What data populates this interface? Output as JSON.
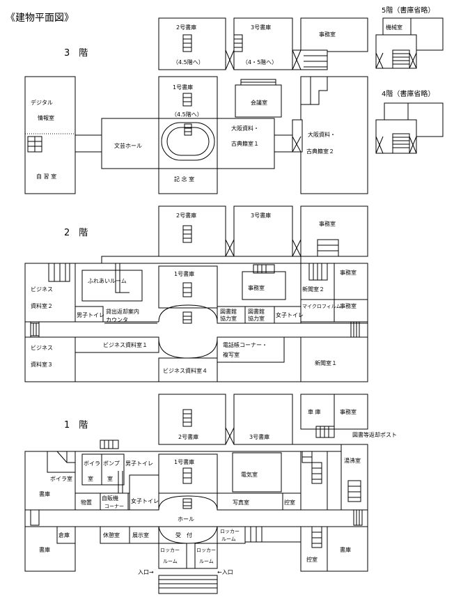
{
  "title": "《建物平面図》",
  "floors": {
    "f5": {
      "label": "5階（書庫省略）",
      "rooms": {
        "machine": "機械室"
      }
    },
    "f4": {
      "label": "4階（書庫省略）"
    },
    "f3": {
      "label": "3　階",
      "rooms": {
        "stack2": "2号書庫",
        "stack2_note": "（4.5階へ）",
        "stack3": "3号書庫",
        "stack3_note": "（4・5階へ）",
        "office": "事務室",
        "stack1": "1号書庫",
        "stack1_note": "（4.5階へ）",
        "meeting": "会議室",
        "digital1": "デジタル",
        "digital2": "情報室",
        "study": "自 習 室",
        "literary": "文芸ホール",
        "memorial": "記 念 室",
        "osaka1_a": "大阪資料・",
        "osaka1_b": "古典籍室１",
        "osaka2_a": "大阪資料・",
        "osaka2_b": "古典籍室２"
      }
    },
    "f2": {
      "label": "2　階",
      "rooms": {
        "stack2": "2号書庫",
        "stack3": "3号書庫",
        "office_top": "事務室",
        "fureai": "ふれあいルーム",
        "stack1": "1号書庫",
        "office_mid": "事務室",
        "news2": "新聞室２",
        "office_r1": "事務室",
        "office_r2": "事務室",
        "biz2_a": "ビジネス",
        "biz2_b": "資料室２",
        "mens": "男子トイレ",
        "lending_a": "貸出返却案内",
        "lending_b": "カウンタ",
        "coop1_a": "図書館",
        "coop1_b": "協力室",
        "coop2_a": "図書館",
        "coop2_b": "協力室",
        "womens": "女子トイレ",
        "microfilm": "マイクロフィルム",
        "biz3_a": "ビジネス",
        "biz3_b": "資料室３",
        "biz1": "ビジネス資料室１",
        "phonebook_a": "電話帳コーナー・",
        "phonebook_b": "複写室",
        "news1": "新聞室１",
        "biz4": "ビジネス資料室４"
      }
    },
    "f1": {
      "label": "1　階",
      "rooms": {
        "garage": "車 庫",
        "office": "事務室",
        "stack2": "2号書庫",
        "stack3": "3号書庫",
        "return_post": "図書等返却ポスト",
        "boiler1_a": "ボイラ",
        "boiler1_b": "室",
        "pump_a": "ポンプ",
        "pump_b": "室",
        "mens": "男子トイレ",
        "stack1": "1号書庫",
        "electric": "電気室",
        "water": "湯沸室",
        "stacks_l": "書庫",
        "boiler2": "ボイラ室",
        "storage1": "物置",
        "vending_a": "自販機",
        "vending_b": "コーナー",
        "womens": "女子トイレ",
        "photo": "写真室",
        "control1": "控室",
        "hall": "ホール",
        "warehouse": "倉庫",
        "lounge": "休憩室",
        "exhibit": "展示室",
        "reception": "受　付",
        "locker_r_a": "ロッカー",
        "locker_r_b": "ルーム",
        "locker_l_a": "ロッカー",
        "locker_l_b": "ルーム",
        "locker_m_a": "ロッカー",
        "locker_m_b": "ルーム",
        "stacks_bl": "書庫",
        "control2": "控室",
        "stacks_br": "書庫",
        "entrance_l": "入口→",
        "entrance_r": "←入口"
      }
    }
  }
}
